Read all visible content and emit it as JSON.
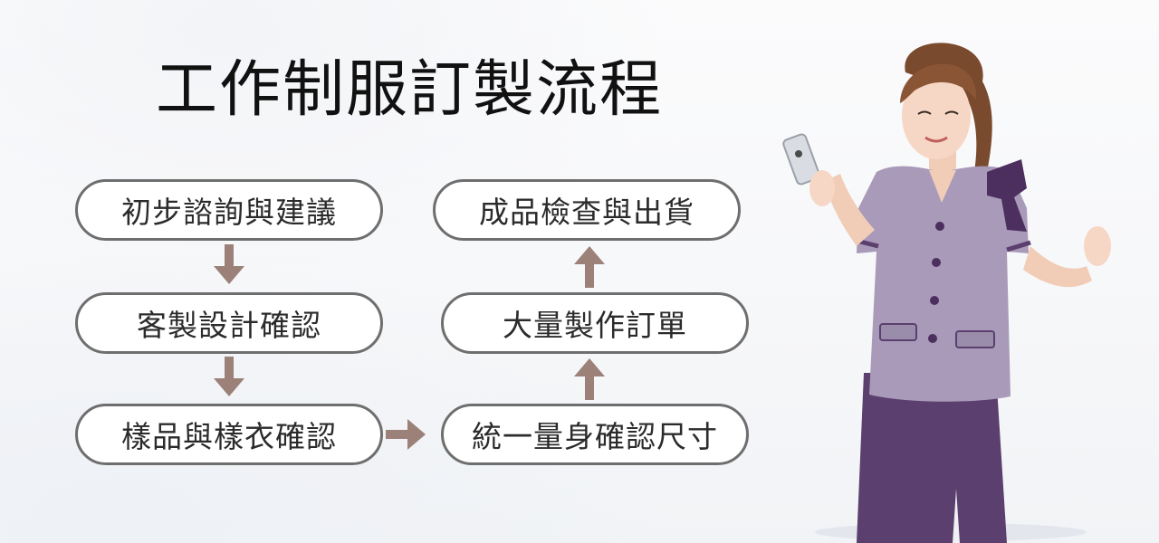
{
  "title": "工作制服訂製流程",
  "steps": [
    {
      "label": "初步諮詢與建議"
    },
    {
      "label": "客製設計確認"
    },
    {
      "label": "樣品與樣衣確認"
    },
    {
      "label": "統一量身確認尺寸"
    },
    {
      "label": "大量製作訂單"
    },
    {
      "label": "成品檢查與出貨"
    }
  ],
  "colors": {
    "arrow": "#9b8178",
    "box_border": "#6e6e6e",
    "uniform_jacket": "#a89ab8",
    "uniform_skirt": "#5b3f6e"
  }
}
